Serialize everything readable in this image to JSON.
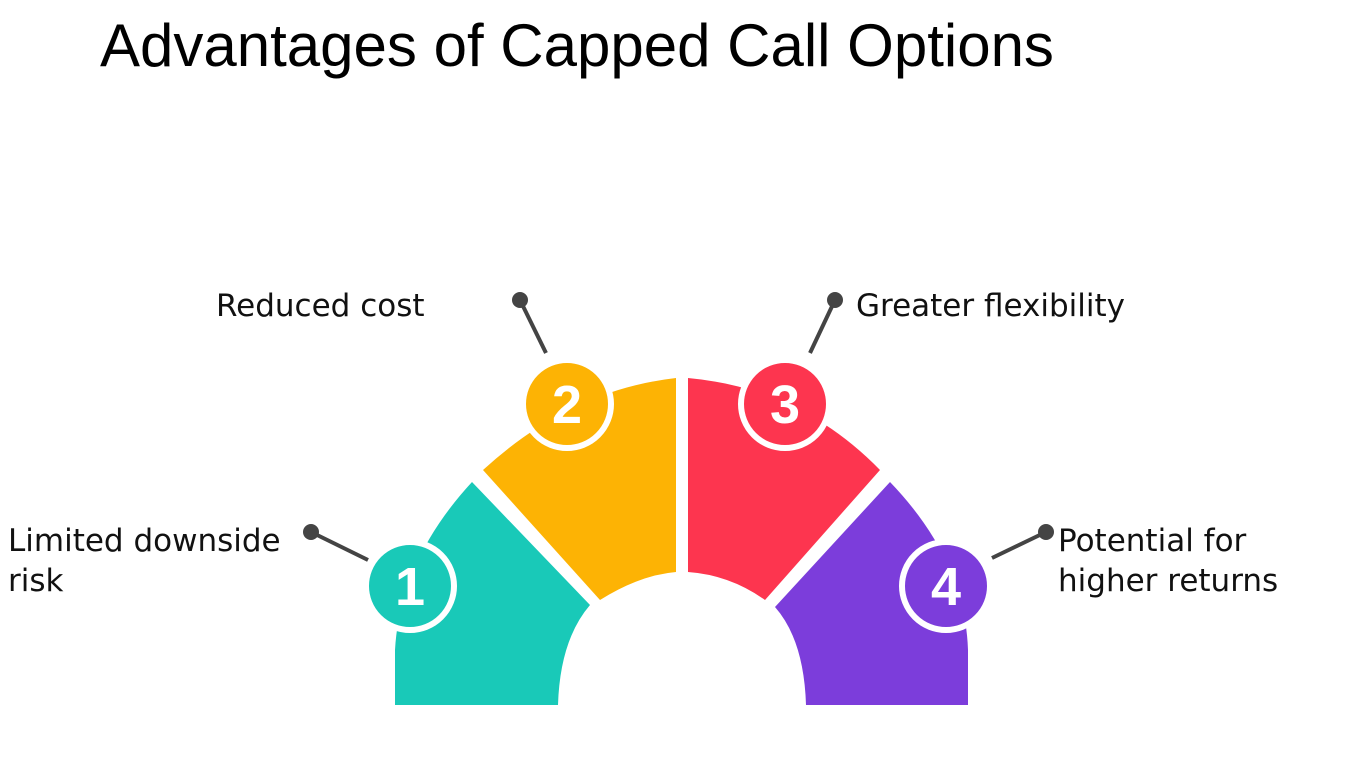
{
  "title": "Advantages of Capped Call Options",
  "items": [
    {
      "number": "1",
      "label_lines": [
        "Limited downside",
        "risk"
      ],
      "color": "#19c9b8"
    },
    {
      "number": "2",
      "label_lines": [
        "Reduced cost"
      ],
      "color": "#fdb304"
    },
    {
      "number": "3",
      "label_lines": [
        "Greater flexibility"
      ],
      "color": "#fd354f"
    },
    {
      "number": "4",
      "label_lines": [
        "Potential for",
        "higher returns"
      ],
      "color": "#7c3ddb"
    }
  ],
  "connector_color": "#444444"
}
